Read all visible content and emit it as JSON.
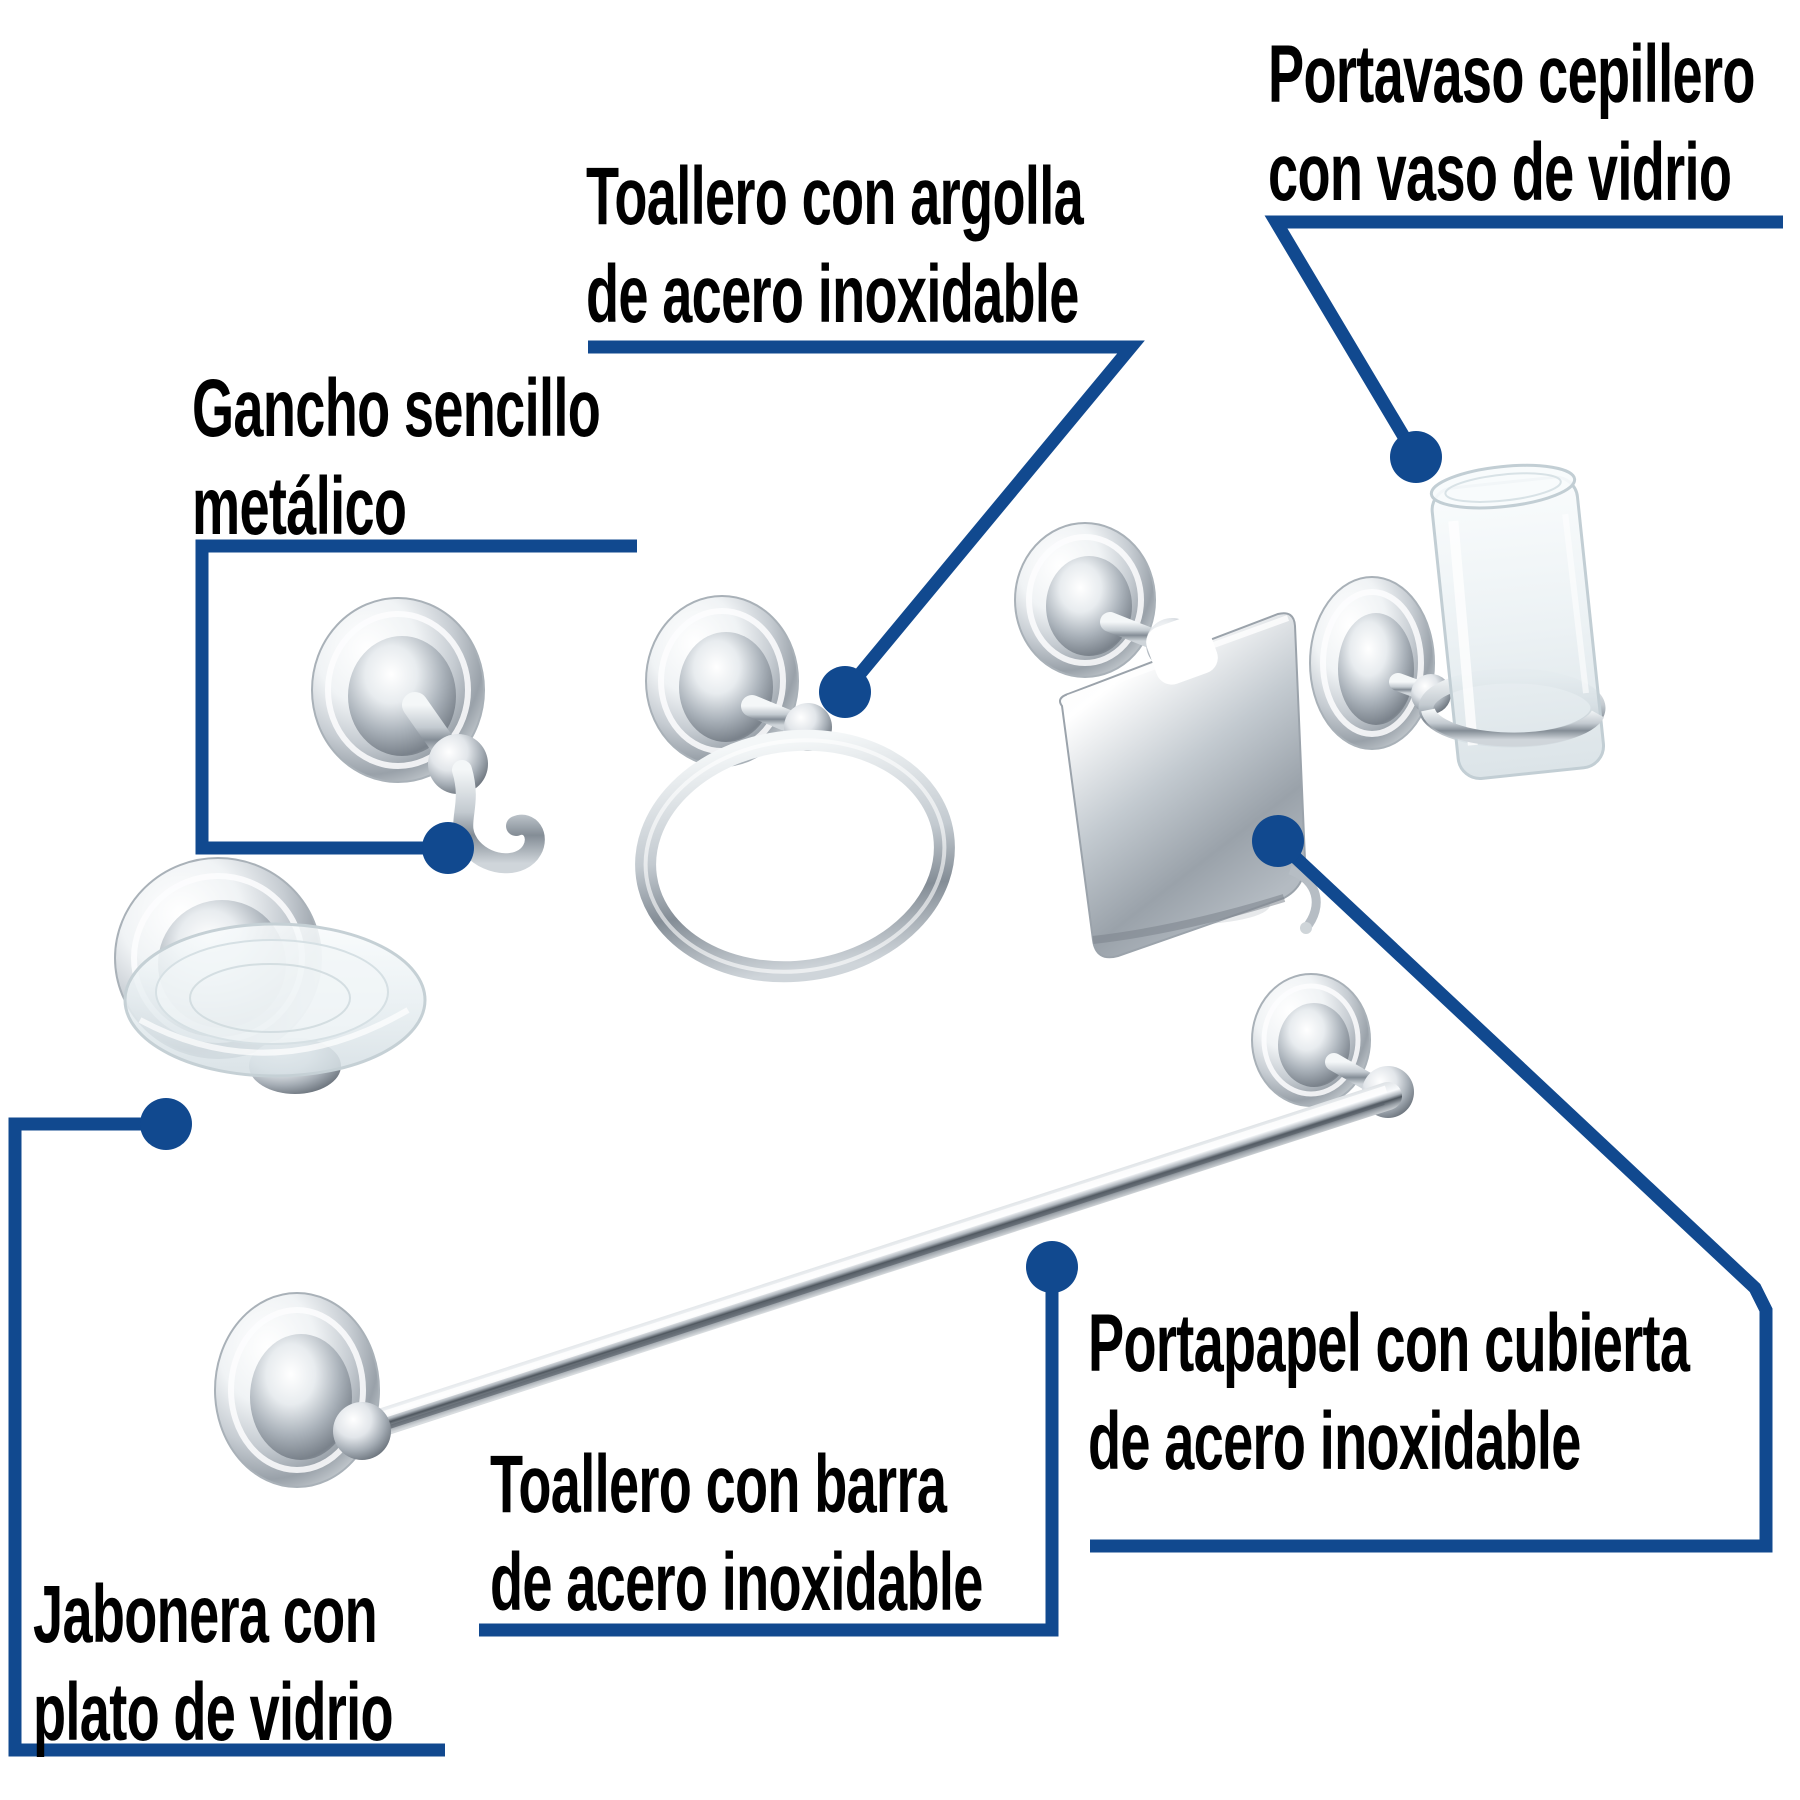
{
  "colors": {
    "callout_blue": "#11498f",
    "text_black": "#000000",
    "background": "#ffffff"
  },
  "labels": [
    {
      "id": "portavaso",
      "line1": "Portavaso cepillero",
      "line2": "con vaso de vidrio"
    },
    {
      "id": "toallero_argolla",
      "line1": "Toallero con argolla",
      "line2": "de acero inoxidable"
    },
    {
      "id": "gancho",
      "line1": "Gancho sencillo",
      "line2": "metálico"
    },
    {
      "id": "portapapel",
      "line1": "Portapapel con cubierta",
      "line2": "de acero inoxidable"
    },
    {
      "id": "toallero_barra",
      "line1": "Toallero con barra",
      "line2": "de acero inoxidable"
    },
    {
      "id": "jabonera",
      "line1": "Jabonera con",
      "line2": "plato de vidrio"
    }
  ],
  "products": [
    {
      "id": "gancho",
      "icon": "hook-product-photo"
    },
    {
      "id": "toallero_argolla",
      "icon": "towel-ring-product-photo"
    },
    {
      "id": "portapapel",
      "icon": "toilet-paper-holder-product-photo"
    },
    {
      "id": "portavaso",
      "icon": "cup-holder-with-glass-product-photo"
    },
    {
      "id": "jabonera",
      "icon": "soap-dish-product-photo"
    },
    {
      "id": "toallero_barra",
      "icon": "towel-bar-product-photo"
    }
  ]
}
